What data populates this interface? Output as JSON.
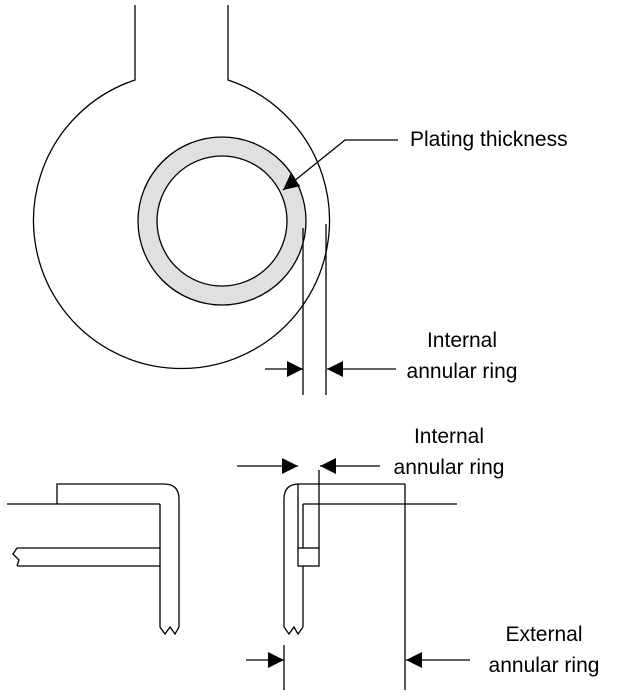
{
  "labels": {
    "plating_thickness": "Plating thickness",
    "internal_top_line1": "Internal",
    "internal_top_line2": "annular ring",
    "internal_mid_line1": "Internal",
    "internal_mid_line2": "annular ring",
    "external_line1": "External",
    "external_line2": "annular ring"
  },
  "colors": {
    "stroke": "#000000",
    "plating_fill": "#e0e0e0",
    "background": "#ffffff"
  }
}
